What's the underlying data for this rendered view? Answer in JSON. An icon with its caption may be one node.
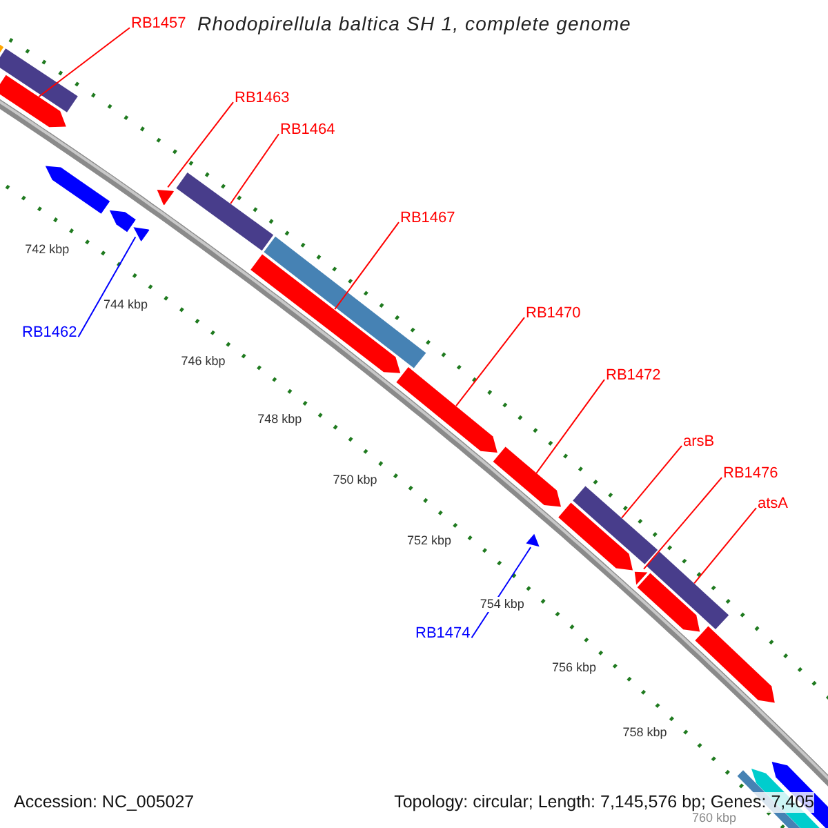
{
  "diagram": {
    "title": "Rhodopirellula baltica SH 1, complete genome",
    "nodes": [
      {
        "text": [
          "RB1457"
        ]
      },
      {
        "text": [
          "RB1463"
        ]
      },
      {
        "text": [
          "RB1464"
        ]
      },
      {
        "text": [
          "RB1467"
        ]
      },
      {
        "text": [
          "RB1470"
        ]
      },
      {
        "text": [
          "RB1462"
        ]
      },
      {
        "text": [
          "RB1472"
        ]
      },
      {
        "text": [
          "arsB"
        ]
      },
      {
        "text": [
          "RB1476"
        ]
      },
      {
        "text": [
          "atsA"
        ]
      },
      {
        "text": [
          "RB1474"
        ]
      },
      {
        "text": [],
        "shape": "bar"
      },
      {
        "text": [],
        "shape": "bar"
      },
      {
        "text": [],
        "shape": "bar"
      },
      {
        "text": [],
        "shape": "bar"
      },
      {
        "text": [],
        "shape": "bar"
      },
      {
        "text": [],
        "shape": "bar"
      },
      {
        "text": [],
        "shape": "bar"
      },
      {
        "text": [],
        "shape": "bar"
      },
      {
        "text": [],
        "shape": "bar"
      },
      {
        "text": [],
        "shape": "bar"
      },
      {
        "text": [],
        "shape": "bar"
      }
    ],
    "edges": [
      {
        "from": 0,
        "to": 11,
        "arrow": "none"
      },
      {
        "from": 1,
        "to": 12,
        "arrow": "none"
      },
      {
        "from": 2,
        "to": 13,
        "arrow": "none"
      },
      {
        "from": 3,
        "to": 14,
        "arrow": "none"
      },
      {
        "from": 4,
        "to": 15,
        "arrow": "none"
      },
      {
        "from": 5,
        "to": 16,
        "arrow": "none",
        "color": "#0000ff"
      },
      {
        "from": 6,
        "to": 17,
        "arrow": "none"
      },
      {
        "from": 7,
        "to": 18,
        "arrow": "none"
      },
      {
        "from": 8,
        "to": 19,
        "arrow": "none"
      },
      {
        "from": 9,
        "to": 20,
        "arrow": "none"
      },
      {
        "from": 10,
        "to": 21,
        "arrow": "none",
        "color": "#0000ff"
      }
    ],
    "labels": [
      "742 kbp",
      "744 kbp",
      "746 kbp",
      "748 kbp",
      "750 kbp",
      "752 kbp",
      "754 kbp",
      "756 kbp",
      "758 kbp",
      "760 kbp",
      "Accession: NC_005027",
      "Topology: circular; Length: 7,145,576 bp; Genes: 7,405"
    ]
  }
}
